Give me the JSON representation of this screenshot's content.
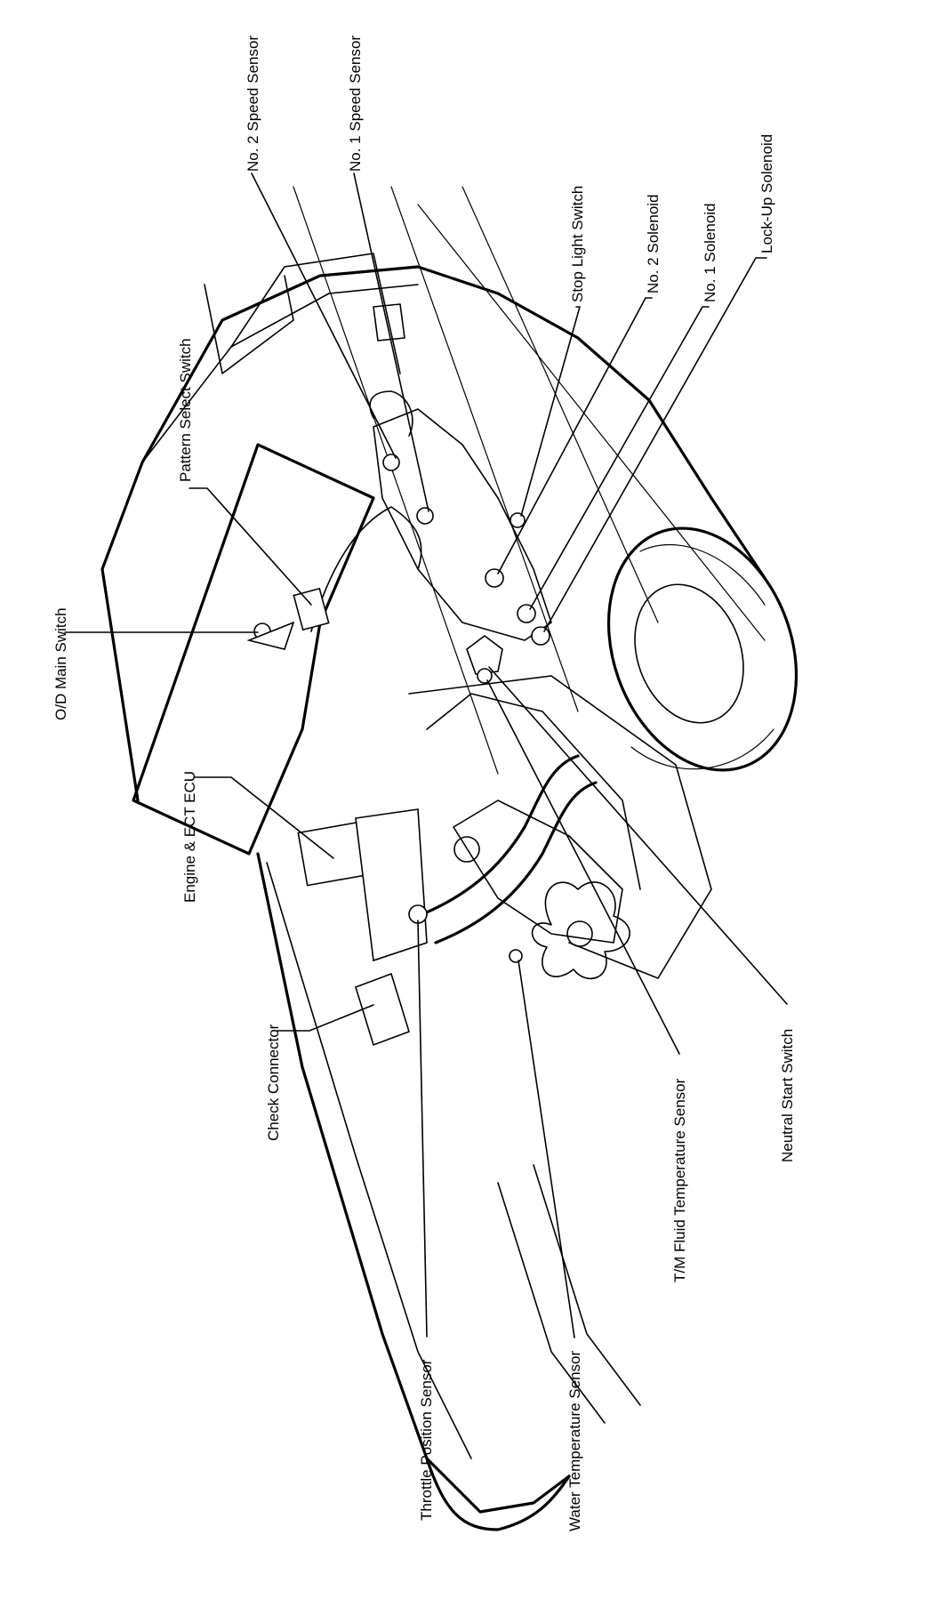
{
  "labels": {
    "no2_speed_sensor": "No. 2 Speed Sensor",
    "no1_speed_sensor": "No. 1 Speed Sensor",
    "stop_light_switch": "Stop Light Switch",
    "no2_solenoid": "No. 2 Solenoid",
    "no1_solenoid": "No. 1 Solenoid",
    "lockup_solenoid": "Lock-Up Solenoid",
    "pattern_select_switch": "Pattern Select Switch",
    "od_main_switch": "O/D Main Switch",
    "engine_ect_ecu": "Engine & ECT ECU",
    "check_connector": "Check Connector",
    "throttle_position_sensor": "Throttle Position Sensor",
    "water_temperature_sensor": "Water Temperature Sensor",
    "tm_fluid_temperature_sensor": "T/M Fluid Temperature Sensor",
    "neutral_start_switch": "Neutral Start Switch"
  },
  "colors": {
    "line": "#000000",
    "background": "#ffffff"
  }
}
